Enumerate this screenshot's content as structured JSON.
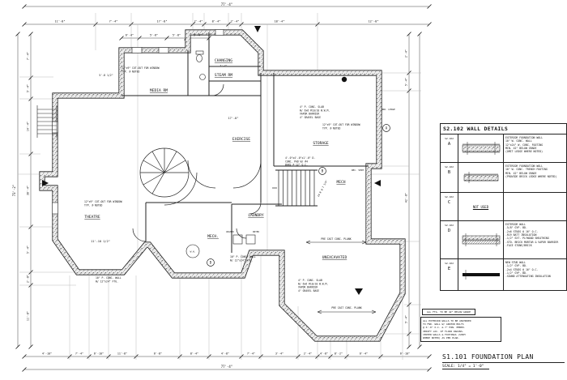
{
  "sheet": {
    "plan_title": "S1.101 FOUNDATION PLAN",
    "plan_scale": "SCALE: 1/4\" = 1'-0\""
  },
  "rooms": {
    "changing": "CHANGING",
    "steam_rm": "STEAM RM",
    "media_rm": "MEDIA RM",
    "exercise": "EXERCISE",
    "storage": "STORAGE",
    "mech_upper": "MECH",
    "theatre": "THEATRE",
    "laundry": "LAUNDRY",
    "mech_lower": "MECH.",
    "unexcavated": "UNEXCAVATED",
    "wh": "W.H.",
    "washer": "WASHER",
    "dryer": "DRYER"
  },
  "dims": {
    "top_overall": "77'-4\"",
    "top_row": [
      "11'-8\"",
      "7'-4\"",
      "17'-8\"",
      "2'-4\"",
      "8'-4\"",
      "2'-4\"",
      "18'-4\"",
      "12'-8\""
    ],
    "top_small": [
      "6'-4\"",
      "5'-8\"",
      "5'-8\"",
      "5'-4\""
    ],
    "bottom_row": [
      "4'-10\"",
      "7'-4\"",
      "6'-10\"",
      "11'-8\"",
      "6'-8\"",
      "8'-4\"",
      "4'-8\"",
      "7'-4\"",
      "3'-4\"",
      "2'-4\"",
      "4'-8\"",
      "8'-2\"",
      "6'-4\"",
      "6'-10\""
    ],
    "bottom_overall": "77'-4\"",
    "left_overall": "73'-2\"",
    "left_row": [
      "7'-4\"",
      "5'-4\"",
      "14'-4\"",
      "30'-4\"",
      "5'-4\"",
      "2'-8\"",
      "11'-8\""
    ],
    "right_row": [
      "2'-4\"",
      "5'-4\"",
      "42'-8\"",
      "5'-4\""
    ],
    "interior": {
      "exercise_w": "17'-8\"",
      "theatre_w": "11'-10 1/2\"",
      "media_w": "5'-8 1/2\"",
      "changing_w": "7'-2\"",
      "stair": "14 R @ 7 3/4\""
    }
  },
  "notes": {
    "window_cutout": [
      "12\"x9\" CUT-OUT FOR WINDOW",
      "TYP. @ NOTED"
    ],
    "slab": [
      "4\" P. CONC. SLAB",
      "W/ 6x6 #10/10 W.W.M.",
      "VAPOR BARRIER",
      "4\" GRAVEL BASE"
    ],
    "pad": [
      "4'-0\"x4'-0\"x1'-0\" D.",
      "CONC. PAD W/ #4",
      "BARS @ 12\" O.C."
    ],
    "precast": "PRE CAST CONC. PLANK",
    "conc_wall": [
      "10\" P. CONC. WALL",
      "W/ 12\"x24\" FTG."
    ],
    "brk_ledge": "BRK. LEDGE",
    "rec_vent": "REC. VENT"
  },
  "wall_tags": [
    "A",
    "B",
    "D"
  ],
  "wall_details": {
    "header": "S2.102 WALL DETAILS",
    "rows": [
      {
        "ref": "S2.102",
        "tag": "A",
        "lines": [
          "EXTERIOR FOUNDATION WALL",
          "10\" W. CONC. WALL",
          "12\"x24\" W. CONC. FOOTING",
          "MIN. 42\" BELOW GRADE",
          "(OMIT LEDGE WHERE NOTED)"
        ]
      },
      {
        "ref": "S2.102",
        "tag": "B",
        "lines": [
          "EXTERIOR FOUNDATION WALL",
          "10\" W. CONC. TRENCH FOOTING",
          "MIN. 42\" BELOW GRADE",
          "(PROVIDE BRICK LEDGE WHERE NOTED)"
        ]
      },
      {
        "ref": "S2.102",
        "tag": "C",
        "lines": [
          "NOT USED"
        ]
      },
      {
        "ref": "S2.102",
        "tag": "D",
        "lines": [
          "EXTERIOR WALL",
          "-5/8\" GYP. BD.",
          "-2x6 STUDS @ 16\" O.C.",
          "-R19 BATT INSULATION",
          "-1/2\" EXT. PLYWOOD SHEATHING",
          "-STD. BRICK MORTAR & VAPOR BARRIER",
          "-FACE STONE/BRICK"
        ]
      },
      {
        "ref": "S2.102",
        "tag": "E",
        "lines": [
          "NEW STUD WALL",
          "-1/2\" GYP. BD.",
          "-2x4 STUDS @ 16\" O.C.",
          "-1/2\" GYP. BD.",
          "-SOUND ATTENUATING INSULATION"
        ]
      }
    ]
  },
  "notes_box": {
    "small": "ALL FTG. TO BE 42\" BELOW GRADE",
    "general": [
      "ALL EXTERIOR WALLS TO BE ANCHORED",
      "TO FND. WALL W/ ANCHOR BOLTS",
      "@ 6'-0\" O.C. & 7\" MIN. EMBED.",
      "VERIFY LOC. OF FLOOR DRAINS.",
      "CENTER WALLS & FOOTINGS (SHIM",
      "WHERE NOTED) AS PER PLAN."
    ]
  },
  "colors": {
    "line": "#222222",
    "stipple": "#888888"
  }
}
